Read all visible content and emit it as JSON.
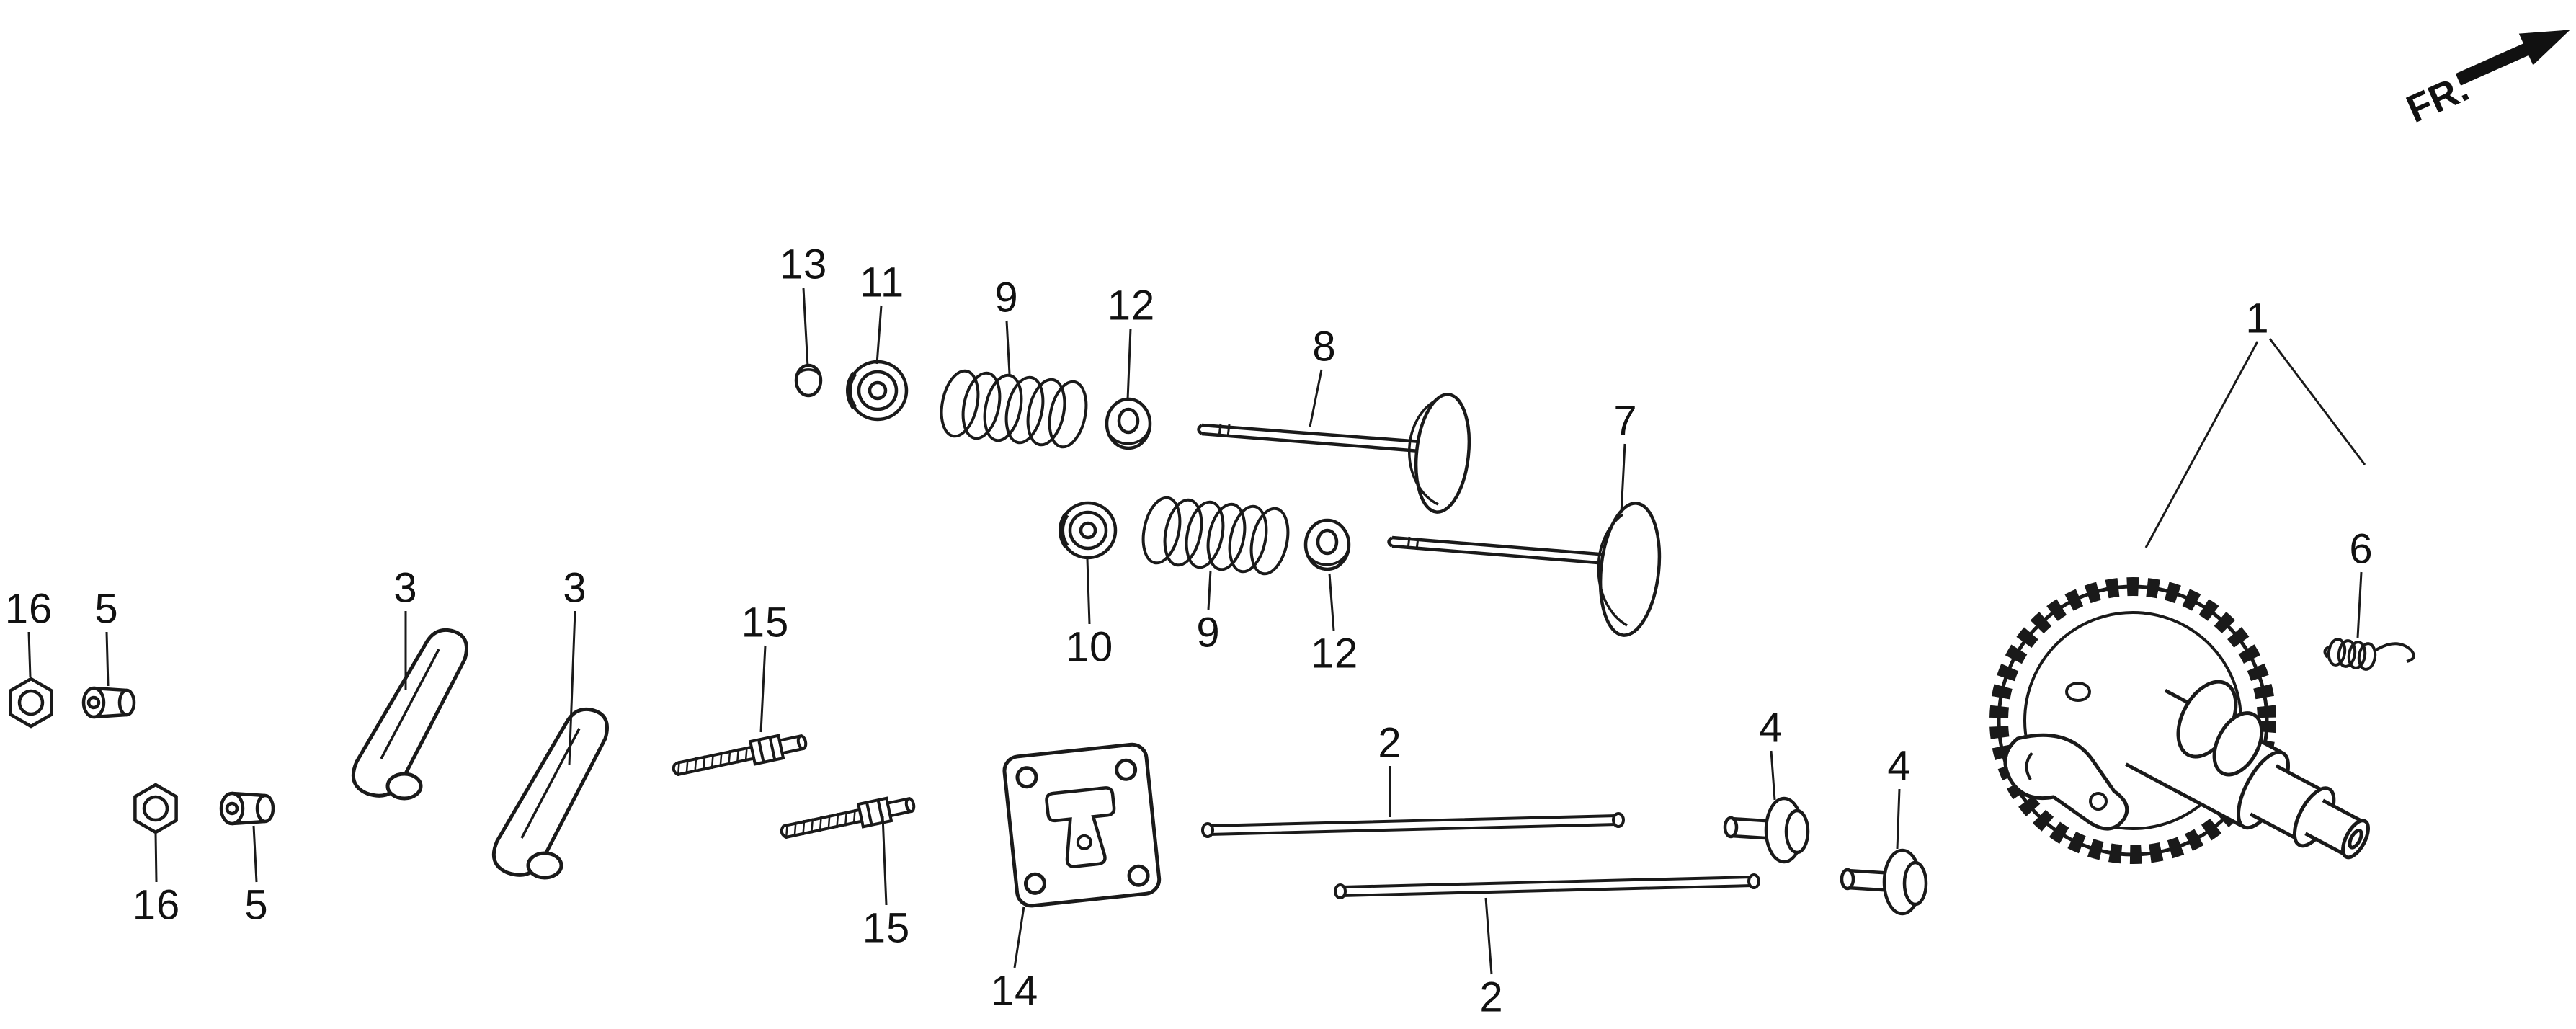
{
  "diagram": {
    "background_color": "#ffffff",
    "ink_color": "#1a1a1a",
    "direction_label": "FR.",
    "callouts": [
      {
        "part": "13"
      },
      {
        "part": "11"
      },
      {
        "part": "9"
      },
      {
        "part": "12"
      },
      {
        "part": "8"
      },
      {
        "part": "7"
      },
      {
        "part": "1"
      },
      {
        "part": "6"
      },
      {
        "part": "10"
      },
      {
        "part": "9"
      },
      {
        "part": "12"
      },
      {
        "part": "16"
      },
      {
        "part": "5"
      },
      {
        "part": "3"
      },
      {
        "part": "3"
      },
      {
        "part": "15"
      },
      {
        "part": "2"
      },
      {
        "part": "4"
      },
      {
        "part": "4"
      },
      {
        "part": "16"
      },
      {
        "part": "5"
      },
      {
        "part": "15"
      },
      {
        "part": "14"
      },
      {
        "part": "2"
      }
    ]
  }
}
